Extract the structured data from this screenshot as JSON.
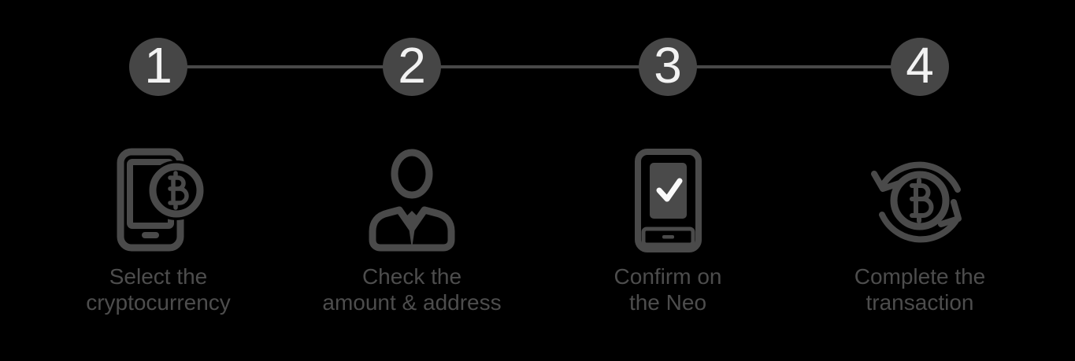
{
  "diagram_title": "crypto-transaction-steps",
  "colors": {
    "background": "#000000",
    "step_circle": "#464646",
    "step_number": "#f2f2f2",
    "connector_line": "#484848",
    "icon_stroke": "#4a4a4a",
    "label_text": "#4d4d4d",
    "checkmark": "#fafafa"
  },
  "steps": [
    {
      "number": "1",
      "icon": "phone-bitcoin-icon",
      "label_line1": "Select the",
      "label_line2": "cryptocurrency"
    },
    {
      "number": "2",
      "icon": "person-icon",
      "label_line1": "Check the",
      "label_line2": "amount & address"
    },
    {
      "number": "3",
      "icon": "device-check-icon",
      "label_line1": "Confirm on",
      "label_line2": "the Neo"
    },
    {
      "number": "4",
      "icon": "bitcoin-refresh-icon",
      "label_line1": "Complete the",
      "label_line2": "transaction"
    }
  ]
}
